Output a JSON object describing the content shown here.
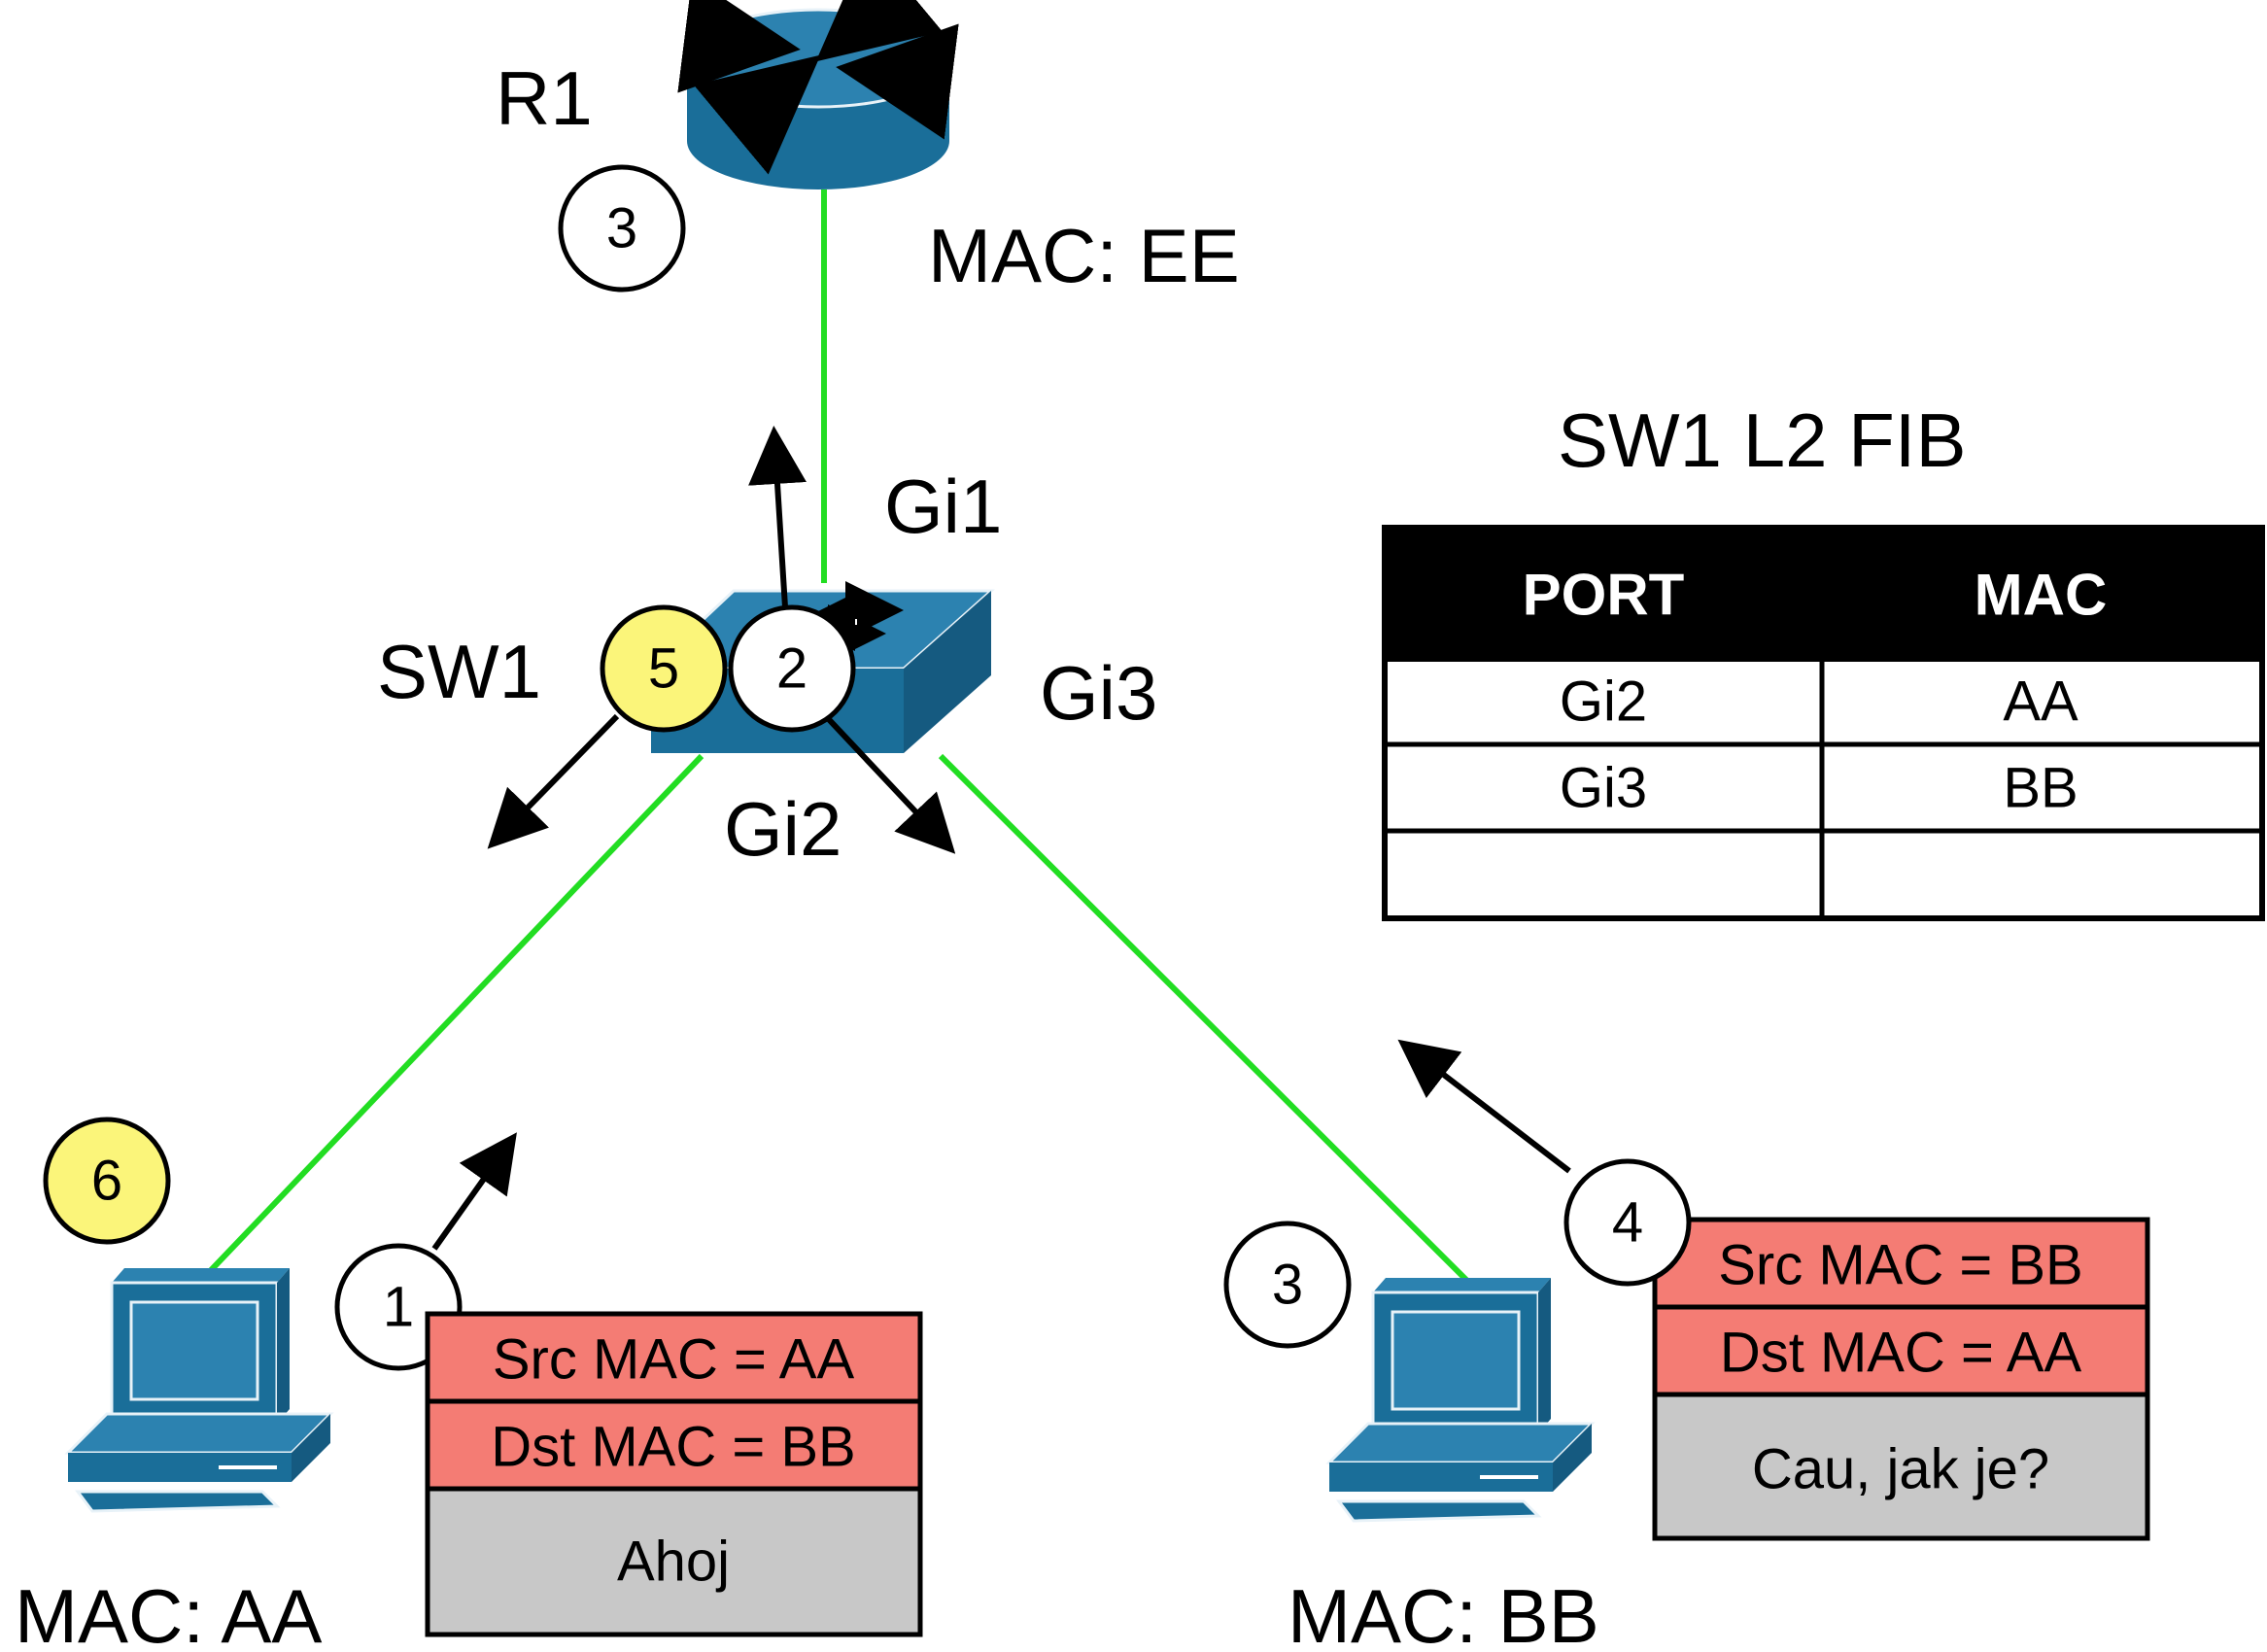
{
  "devices": {
    "router": {
      "name": "R1",
      "mac": "MAC: EE"
    },
    "switch": {
      "name": "SW1",
      "port_gi1": "Gi1",
      "port_gi2": "Gi2",
      "port_gi3": "Gi3"
    },
    "host_a": {
      "mac": "MAC: AA"
    },
    "host_b": {
      "mac": "MAC: BB"
    }
  },
  "steps": {
    "step1": "1",
    "step2": "2",
    "step3_router": "3",
    "step3_host_b": "3",
    "step4": "4",
    "step5": "5",
    "step6": "6"
  },
  "frames": {
    "frame_a": {
      "src": "Src MAC = AA",
      "dst": "Dst MAC = BB",
      "payload": "Ahoj"
    },
    "frame_b": {
      "src": "Src MAC = BB",
      "dst": "Dst MAC = AA",
      "payload": "Cau, jak je?"
    }
  },
  "fib": {
    "title": "SW1 L2 FIB",
    "headers": [
      "PORT",
      "MAC"
    ],
    "rows": [
      [
        "Gi2",
        "AA"
      ],
      [
        "Gi3",
        "BB"
      ],
      [
        "",
        ""
      ]
    ]
  },
  "colors": {
    "link": "#22dd22",
    "device": "#1a6e99",
    "header_red": "#f47c74",
    "payload_gray": "#c8c8c8",
    "highlight_yellow": "#fbf57a"
  }
}
